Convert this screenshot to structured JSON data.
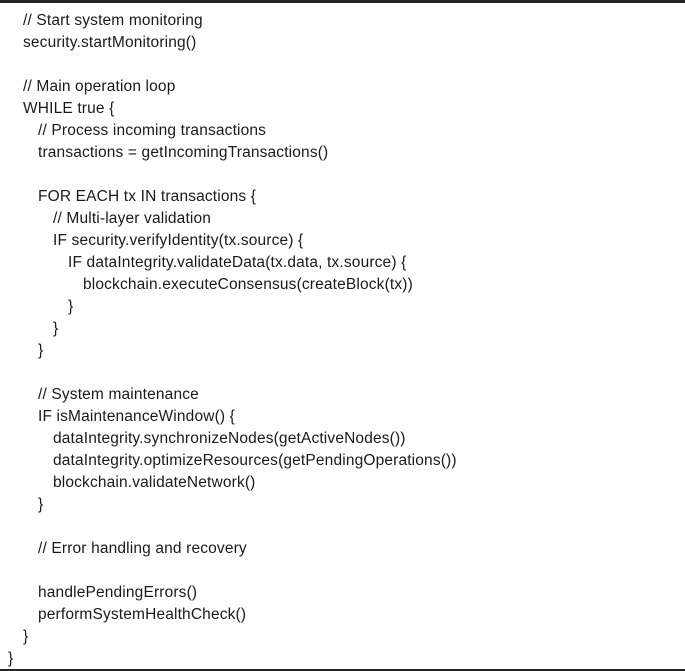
{
  "document": {
    "type": "pseudocode-listing",
    "colors": {
      "text": "#1a1a1a",
      "background": "#ffffff",
      "rule": "#262626"
    },
    "lines": [
      {
        "indent": 1,
        "text": "// Start system monitoring"
      },
      {
        "indent": 1,
        "text": "security.startMonitoring()"
      },
      {
        "indent": 0,
        "text": ""
      },
      {
        "indent": 1,
        "text": "// Main operation loop"
      },
      {
        "indent": 1,
        "text": "WHILE true {"
      },
      {
        "indent": 2,
        "text": "// Process incoming transactions"
      },
      {
        "indent": 2,
        "text": "transactions = getIncomingTransactions()"
      },
      {
        "indent": 0,
        "text": ""
      },
      {
        "indent": 2,
        "text": "FOR EACH tx IN transactions {"
      },
      {
        "indent": 3,
        "text": "// Multi-layer validation"
      },
      {
        "indent": 3,
        "text": "IF security.verifyIdentity(tx.source) {"
      },
      {
        "indent": 4,
        "text": "IF dataIntegrity.validateData(tx.data, tx.source) {"
      },
      {
        "indent": 5,
        "text": "blockchain.executeConsensus(createBlock(tx))"
      },
      {
        "indent": 4,
        "text": "}"
      },
      {
        "indent": 3,
        "text": "}"
      },
      {
        "indent": 2,
        "text": "}"
      },
      {
        "indent": 0,
        "text": ""
      },
      {
        "indent": 2,
        "text": "// System maintenance"
      },
      {
        "indent": 2,
        "text": "IF isMaintenanceWindow() {"
      },
      {
        "indent": 3,
        "text": "dataIntegrity.synchronizeNodes(getActiveNodes())"
      },
      {
        "indent": 3,
        "text": "dataIntegrity.optimizeResources(getPendingOperations())"
      },
      {
        "indent": 3,
        "text": "blockchain.validateNetwork()"
      },
      {
        "indent": 2,
        "text": "}"
      },
      {
        "indent": 0,
        "text": ""
      },
      {
        "indent": 2,
        "text": "// Error handling and recovery"
      },
      {
        "indent": 0,
        "text": ""
      },
      {
        "indent": 2,
        "text": "handlePendingErrors()"
      },
      {
        "indent": 2,
        "text": "performSystemHealthCheck()"
      },
      {
        "indent": 1,
        "text": "}"
      },
      {
        "indent": 0,
        "text": "}"
      }
    ]
  }
}
